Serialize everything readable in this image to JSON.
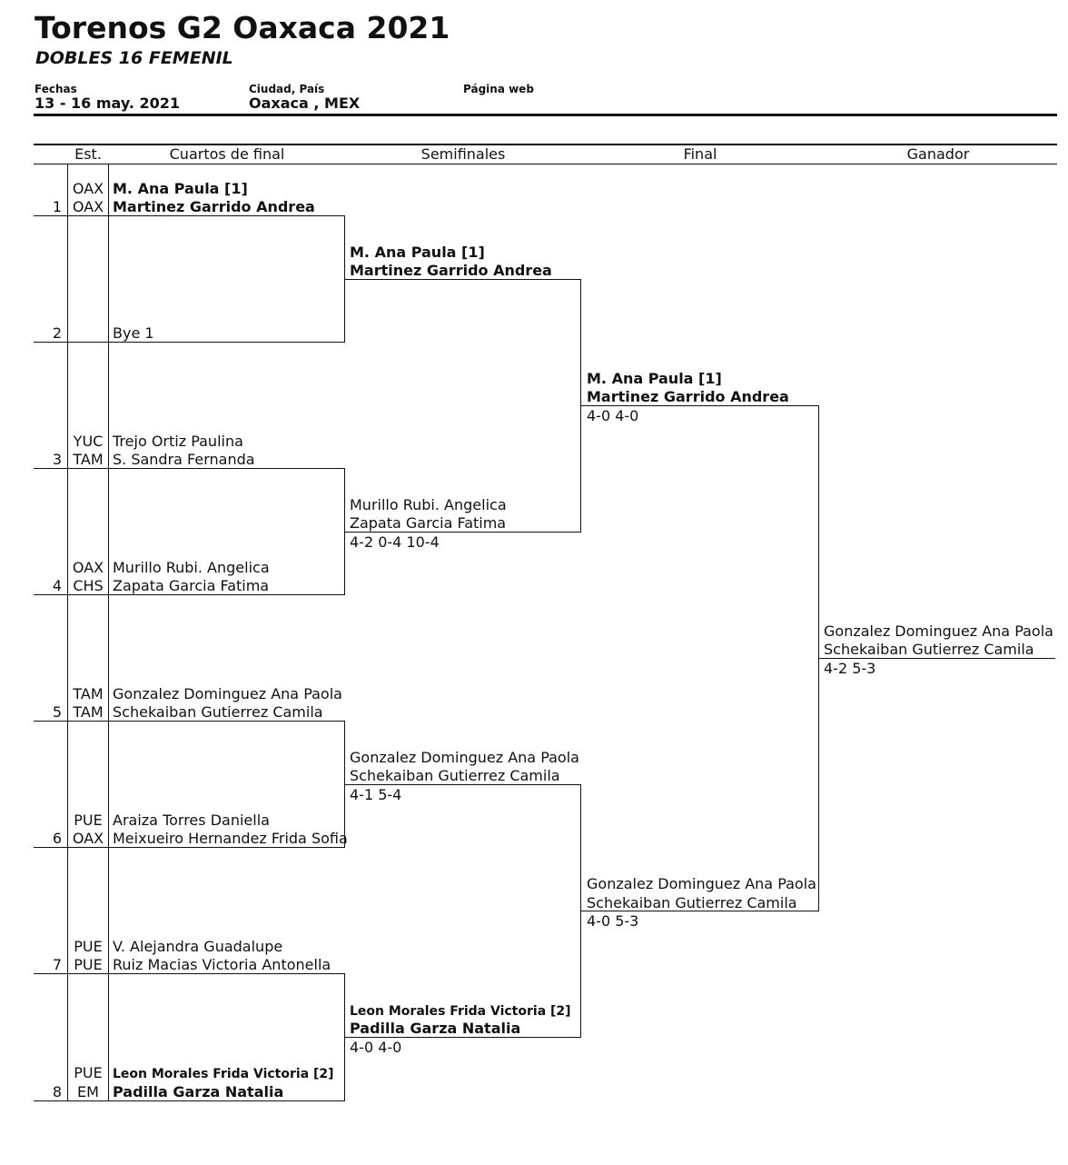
{
  "header": {
    "title": "Torenos G2 Oaxaca 2021",
    "subtitle": "DOBLES 16 FEMENIL",
    "fechas_label": "Fechas",
    "fechas_value": "13 - 16 may. 2021",
    "ciudad_label": "Ciudad, País",
    "ciudad_value": "Oaxaca , MEX",
    "web_label": "Página web",
    "web_value": ""
  },
  "columns": {
    "est": "Est.",
    "quarterfinals": "Cuartos de final",
    "semifinals": "Semifinales",
    "final": "Final",
    "winner": "Ganador"
  },
  "draw": [
    {
      "num": "1",
      "est1": "OAX",
      "est2": "OAX",
      "p1": "M. Ana Paula [1]",
      "p2": "Martinez Garrido Andrea"
    },
    {
      "num": "2",
      "est1": "",
      "est2": "",
      "p1": "",
      "p2": "Bye 1"
    },
    {
      "num": "3",
      "est1": "YUC",
      "est2": "TAM",
      "p1": "Trejo Ortiz Paulina",
      "p2": "S. Sandra Fernanda"
    },
    {
      "num": "4",
      "est1": "OAX",
      "est2": "CHS",
      "p1": "Murillo Rubi. Angelica",
      "p2": "Zapata Garcia Fatima"
    },
    {
      "num": "5",
      "est1": "TAM",
      "est2": "TAM",
      "p1": "Gonzalez Dominguez Ana Paola",
      "p2": "Schekaiban Gutierrez Camila"
    },
    {
      "num": "6",
      "est1": "PUE",
      "est2": "OAX",
      "p1": "Araiza Torres Daniella",
      "p2": "Meixueiro Hernandez Frida Sofia"
    },
    {
      "num": "7",
      "est1": "PUE",
      "est2": "PUE",
      "p1": "V. Alejandra Guadalupe",
      "p2": "Ruiz Macias Victoria Antonella"
    },
    {
      "num": "8",
      "est1": "PUE",
      "est2": "EM",
      "p1": "Leon Morales Frida Victoria [2]",
      "p2": "Padilla Garza Natalia"
    }
  ],
  "semifinals": [
    {
      "p1": "M. Ana Paula [1]",
      "p2": "Martinez Garrido Andrea",
      "score": ""
    },
    {
      "p1": "Murillo Rubi. Angelica",
      "p2": "Zapata Garcia Fatima",
      "score": "4-2 0-4 10-4"
    },
    {
      "p1": "Gonzalez Dominguez Ana Paola",
      "p2": "Schekaiban Gutierrez Camila",
      "score": "4-1 5-4"
    },
    {
      "p1": "Leon Morales Frida Victoria [2]",
      "p2": "Padilla Garza Natalia",
      "score": "4-0 4-0"
    }
  ],
  "final": [
    {
      "p1": "M. Ana Paula [1]",
      "p2": "Martinez Garrido Andrea",
      "score": "4-0 4-0"
    },
    {
      "p1": "Gonzalez Dominguez Ana Paola",
      "p2": "Schekaiban Gutierrez Camila",
      "score": "4-0 5-3"
    }
  ],
  "winner": {
    "p1": "Gonzalez Dominguez Ana Paola",
    "p2": "Schekaiban Gutierrez Camila",
    "score": "4-2 5-3"
  }
}
